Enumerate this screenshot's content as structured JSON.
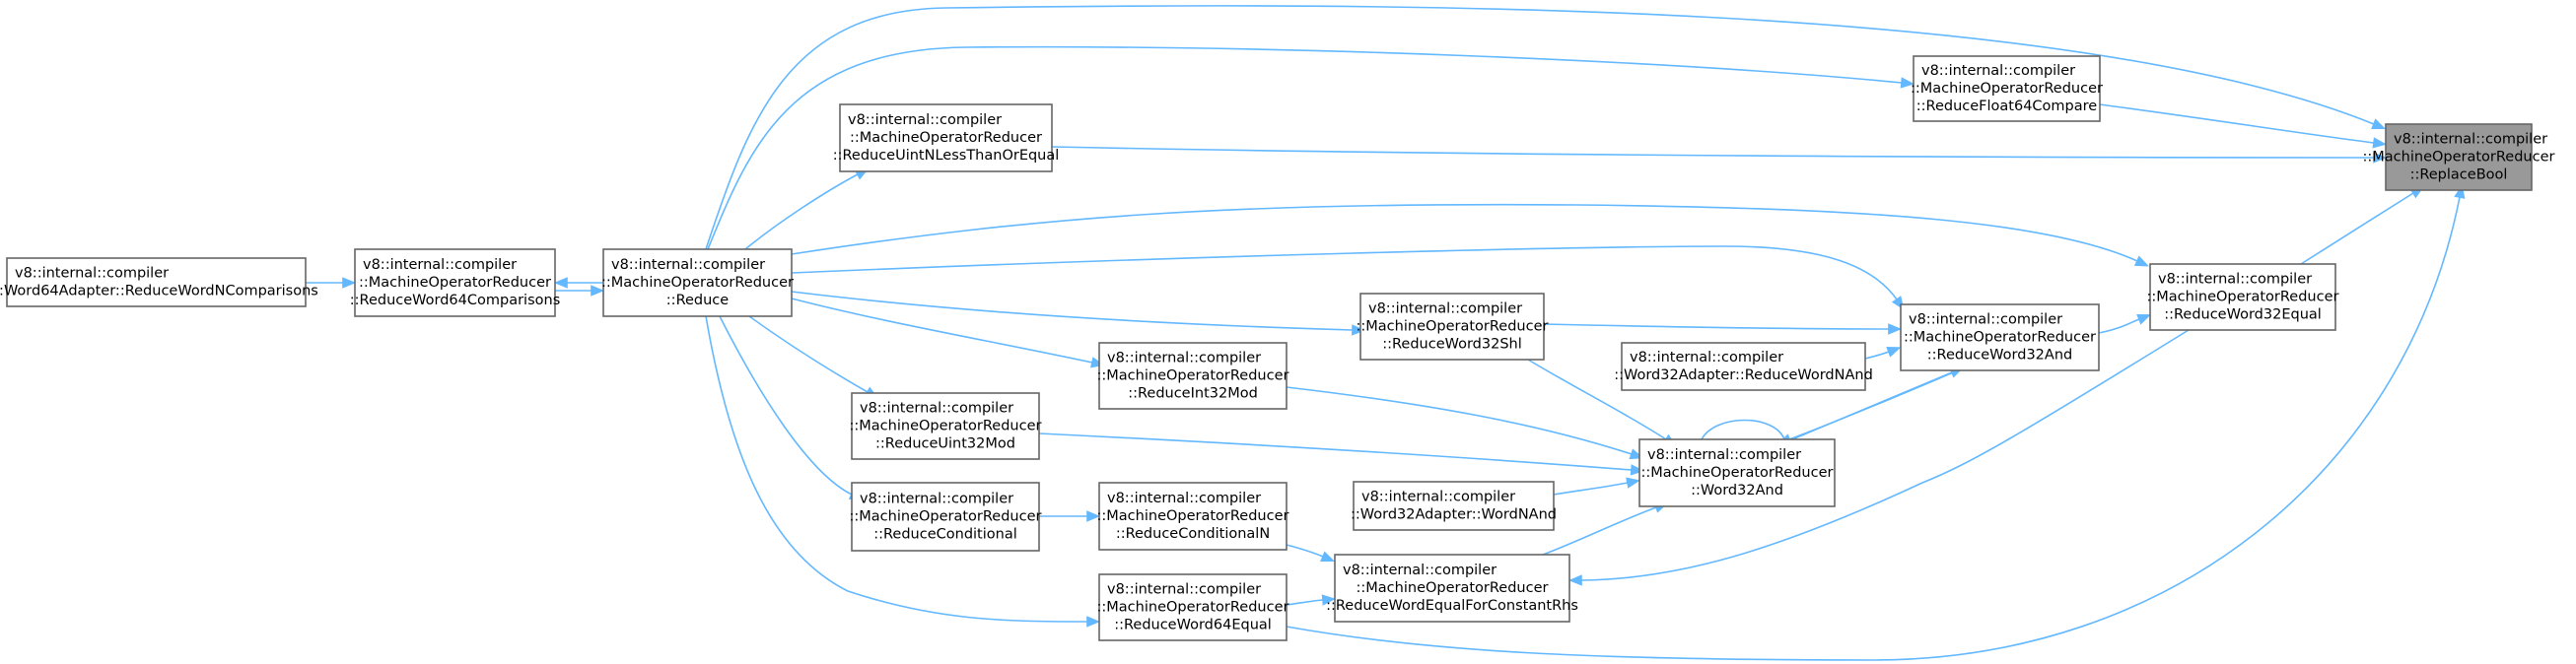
{
  "nodes": [
    {
      "id": "replace_bool",
      "lines": [
        "v8::internal::compiler",
        "::MachineOperatorReducer",
        "::ReplaceBool"
      ],
      "highlight": true
    },
    {
      "id": "reduce_float64_compare",
      "lines": [
        "v8::internal::compiler",
        "::MachineOperatorReducer",
        "::ReduceFloat64Compare"
      ]
    },
    {
      "id": "reduce_uintn_lte",
      "lines": [
        "v8::internal::compiler",
        "::MachineOperatorReducer",
        "::ReduceUintNLessThanOrEqual"
      ]
    },
    {
      "id": "reduce",
      "lines": [
        "v8::internal::compiler",
        "::MachineOperatorReducer",
        "::Reduce"
      ]
    },
    {
      "id": "reduce_word64_comparisons",
      "lines": [
        "v8::internal::compiler",
        "::MachineOperatorReducer",
        "::ReduceWord64Comparisons"
      ]
    },
    {
      "id": "word64adapter_reduce_wordn_comparisons",
      "lines": [
        "v8::internal::compiler",
        "::Word64Adapter::ReduceWordNComparisons"
      ]
    },
    {
      "id": "reduce_word32_equal",
      "lines": [
        "v8::internal::compiler",
        "::MachineOperatorReducer",
        "::ReduceWord32Equal"
      ]
    },
    {
      "id": "reduce_word32_and",
      "lines": [
        "v8::internal::compiler",
        "::MachineOperatorReducer",
        "::ReduceWord32And"
      ]
    },
    {
      "id": "reduce_word32_shl",
      "lines": [
        "v8::internal::compiler",
        "::MachineOperatorReducer",
        "::ReduceWord32Shl"
      ]
    },
    {
      "id": "word32adapter_reduce_wordn_and",
      "lines": [
        "v8::internal::compiler",
        "::Word32Adapter::ReduceWordNAnd"
      ]
    },
    {
      "id": "reduce_int32_mod",
      "lines": [
        "v8::internal::compiler",
        "::MachineOperatorReducer",
        "::ReduceInt32Mod"
      ]
    },
    {
      "id": "reduce_uint32_mod",
      "lines": [
        "v8::internal::compiler",
        "::MachineOperatorReducer",
        "::ReduceUint32Mod"
      ]
    },
    {
      "id": "word32_and",
      "lines": [
        "v8::internal::compiler",
        "::MachineOperatorReducer",
        "::Word32And"
      ]
    },
    {
      "id": "word32adapter_wordn_and",
      "lines": [
        "v8::internal::compiler",
        "::Word32Adapter::WordNAnd"
      ]
    },
    {
      "id": "reduce_conditional",
      "lines": [
        "v8::internal::compiler",
        "::MachineOperatorReducer",
        "::ReduceConditional"
      ]
    },
    {
      "id": "reduce_conditional_n",
      "lines": [
        "v8::internal::compiler",
        "::MachineOperatorReducer",
        "::ReduceConditionalN"
      ]
    },
    {
      "id": "reduce_word_equal_for_constant_rhs",
      "lines": [
        "v8::internal::compiler",
        "::MachineOperatorReducer",
        "::ReduceWordEqualForConstantRhs"
      ]
    },
    {
      "id": "reduce_word64_equal",
      "lines": [
        "v8::internal::compiler",
        "::MachineOperatorReducer",
        "::ReduceWord64Equal"
      ]
    }
  ],
  "edges": [
    {
      "from": "reduce",
      "to": "replace_bool"
    },
    {
      "from": "reduce",
      "to": "reduce_float64_compare"
    },
    {
      "from": "reduce_float64_compare",
      "to": "replace_bool"
    },
    {
      "from": "reduce_uintn_lte",
      "to": "replace_bool"
    },
    {
      "from": "reduce",
      "to": "reduce_uintn_lte"
    },
    {
      "from": "reduce_word32_equal",
      "to": "replace_bool"
    },
    {
      "from": "reduce_word64_equal",
      "to": "replace_bool"
    },
    {
      "from": "reduce",
      "to": "reduce_word32_equal"
    },
    {
      "from": "reduce_word32_and",
      "to": "reduce_word32_equal"
    },
    {
      "from": "reduce",
      "to": "reduce_word32_and"
    },
    {
      "from": "reduce_word32_shl",
      "to": "reduce_word32_and"
    },
    {
      "from": "word32adapter_reduce_wordn_and",
      "to": "reduce_word32_and"
    },
    {
      "from": "word32_and",
      "to": "reduce_word32_and"
    },
    {
      "from": "reduce_word32_and",
      "to": "word32_and"
    },
    {
      "from": "word32_and",
      "to": "word32_and"
    },
    {
      "from": "reduce_word32_shl",
      "to": "word32_and"
    },
    {
      "from": "reduce_int32_mod",
      "to": "word32_and"
    },
    {
      "from": "reduce_uint32_mod",
      "to": "word32_and"
    },
    {
      "from": "word32adapter_wordn_and",
      "to": "word32_and"
    },
    {
      "from": "reduce_word_equal_for_constant_rhs",
      "to": "word32_and"
    },
    {
      "from": "reduce",
      "to": "reduce_word32_shl"
    },
    {
      "from": "reduce",
      "to": "reduce_int32_mod"
    },
    {
      "from": "reduce",
      "to": "reduce_uint32_mod"
    },
    {
      "from": "reduce",
      "to": "reduce_conditional"
    },
    {
      "from": "reduce",
      "to": "reduce_word64_equal"
    },
    {
      "from": "reduce",
      "to": "reduce_word64_comparisons"
    },
    {
      "from": "reduce_word64_comparisons",
      "to": "reduce"
    },
    {
      "from": "word64adapter_reduce_wordn_comparisons",
      "to": "reduce_word64_comparisons"
    },
    {
      "from": "reduce_conditional",
      "to": "reduce_conditional_n"
    },
    {
      "from": "reduce_conditional_n",
      "to": "reduce_word_equal_for_constant_rhs"
    },
    {
      "from": "reduce_word64_equal",
      "to": "reduce_word_equal_for_constant_rhs"
    },
    {
      "from": "reduce_word32_equal",
      "to": "reduce_word_equal_for_constant_rhs"
    }
  ],
  "colors": {
    "edge": "#63b8ff",
    "node_border": "#666666",
    "node_fill": "#ffffff",
    "highlight_fill": "#999999",
    "text": "#000000"
  }
}
